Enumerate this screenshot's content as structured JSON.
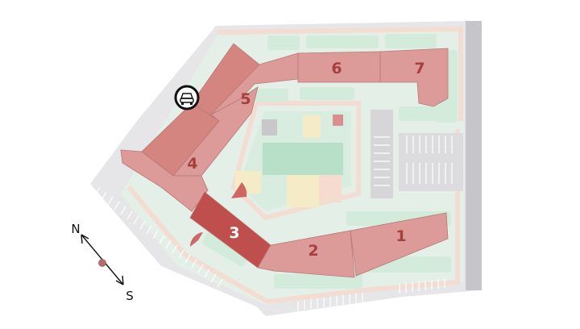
{
  "map": {
    "type": "residential-complex-site-plan",
    "colors": {
      "building": "#dc9a98",
      "building_stroke": "#b87876",
      "building_selected": "#bf4f4d",
      "label": "#a6403e",
      "label_selected": "#ffffff",
      "green": "#d5ecdd",
      "path": "#f6ddd3",
      "road": "#e4e4e6",
      "road_dark": "#c9c9cd",
      "playground_yellow": "#f7ecc8",
      "courtyard_green": "#b9e0c8"
    },
    "sections": [
      {
        "id": "1",
        "label": "1",
        "selected": false
      },
      {
        "id": "2",
        "label": "2",
        "selected": false
      },
      {
        "id": "3",
        "label": "3",
        "selected": true
      },
      {
        "id": "4",
        "label": "4",
        "selected": false
      },
      {
        "id": "5",
        "label": "5",
        "selected": false
      },
      {
        "id": "6",
        "label": "6",
        "selected": false
      },
      {
        "id": "7",
        "label": "7",
        "selected": false
      }
    ],
    "parking_icon": "car-icon",
    "compass": {
      "north": "N",
      "south": "S"
    }
  }
}
